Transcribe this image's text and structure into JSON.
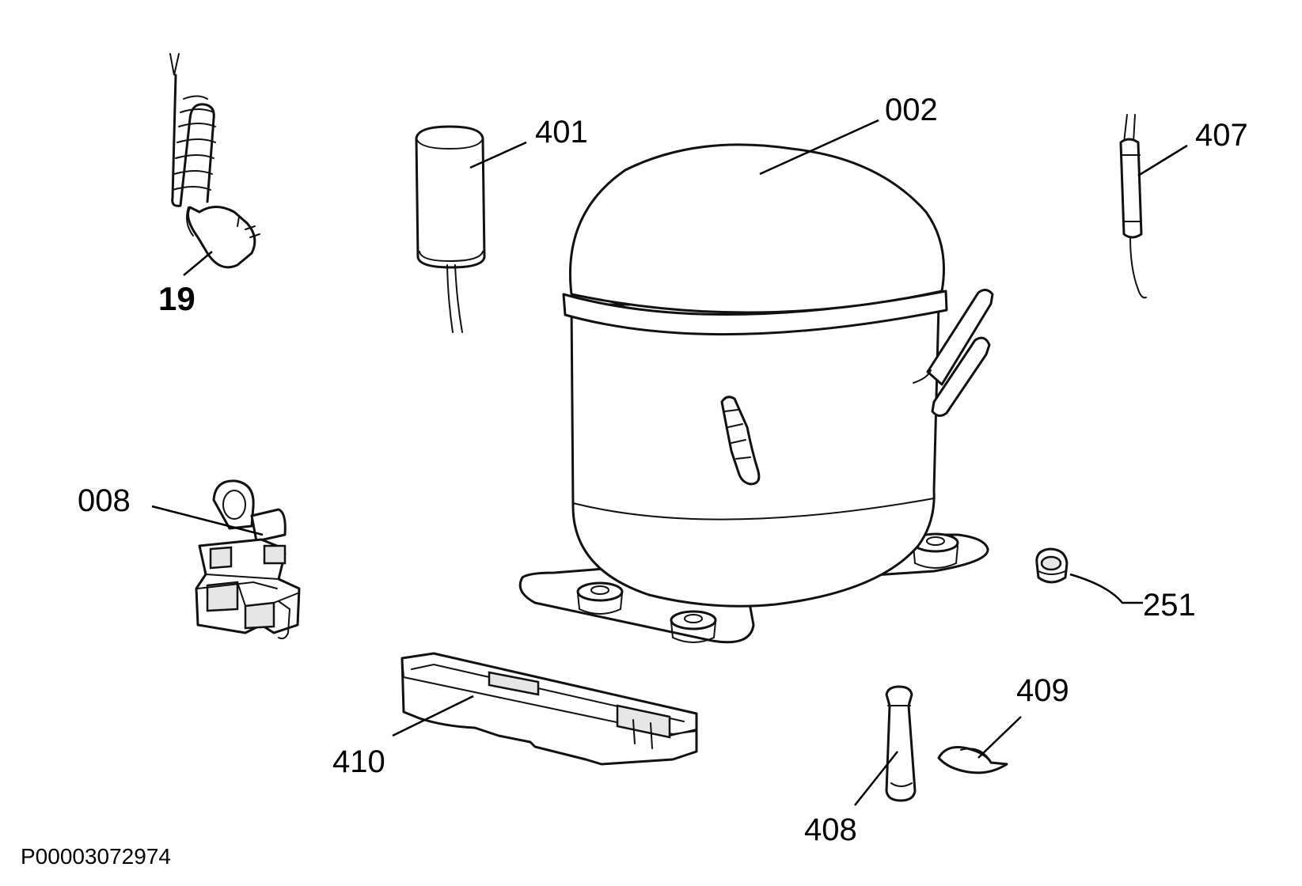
{
  "parts": [
    {
      "id": "power_cord",
      "label": "19"
    },
    {
      "id": "capacitor",
      "label": "401"
    },
    {
      "id": "compressor",
      "label": "002"
    },
    {
      "id": "thermal_sensor",
      "label": "407"
    },
    {
      "id": "relay",
      "label": "008"
    },
    {
      "id": "grommet",
      "label": "251"
    },
    {
      "id": "cover",
      "label": "410"
    },
    {
      "id": "dryer_pin",
      "label": "408"
    },
    {
      "id": "clip",
      "label": "409"
    }
  ],
  "drawing_code": "P00003072974"
}
